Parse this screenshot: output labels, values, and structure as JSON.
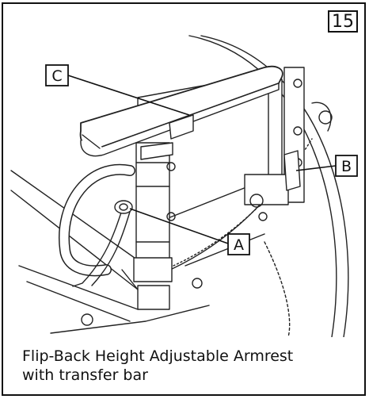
{
  "figure": {
    "number": "15",
    "callouts": {
      "a": "A",
      "b": "B",
      "c": "C"
    },
    "caption_line1": "Flip-Back Height Adjustable Armrest",
    "caption_line2": "with transfer bar"
  }
}
